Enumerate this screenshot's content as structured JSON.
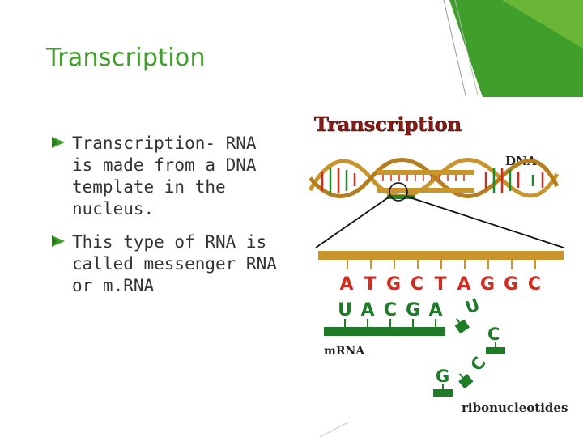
{
  "slide": {
    "title": "Transcription",
    "bullets": [
      {
        "text": "Transcription- RNA is made from a DNA template in the nucleus."
      },
      {
        "text": "This type of RNA is called messenger RNA or m.RNA"
      }
    ],
    "figure": {
      "heading": "Transcription",
      "dna_label": "DNA",
      "template_bases": [
        "A",
        "T",
        "G",
        "C",
        "T",
        "A",
        "G",
        "G",
        "C"
      ],
      "mrna_bases": [
        "U",
        "A",
        "C",
        "G",
        "A"
      ],
      "free_bases": [
        "U",
        "C",
        "G",
        "C"
      ],
      "mrna_label": "mRNA",
      "ribonucleotides_label": "ribonucleotides"
    }
  },
  "colors": {
    "accent": "#3f9f2a",
    "text": "#333333",
    "base_red": "#d62a1e",
    "base_green": "#1f8a2a",
    "strand_gold": "#c9952a",
    "mrna_green": "#1e7b26"
  }
}
